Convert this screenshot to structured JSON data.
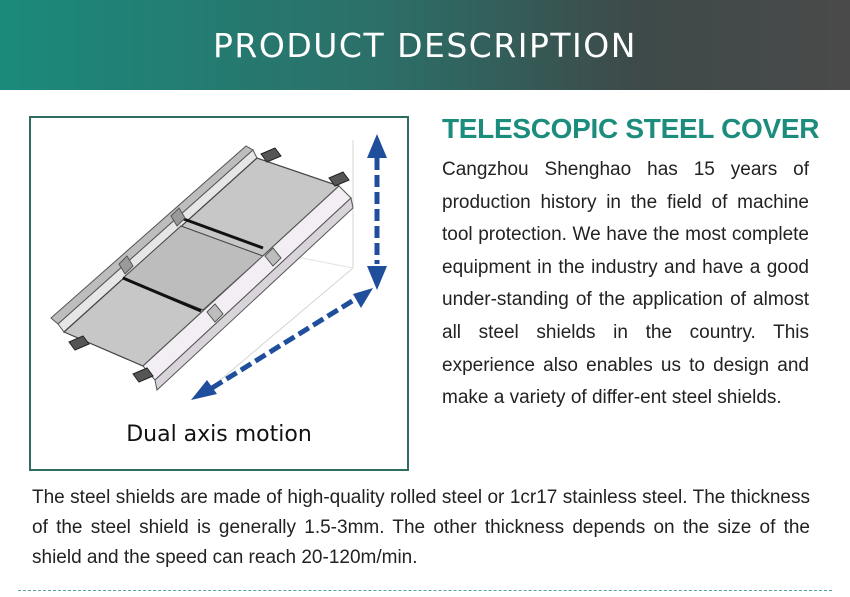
{
  "header": {
    "title": "PRODUCT DESCRIPTION"
  },
  "figure": {
    "caption": "Dual axis motion"
  },
  "section": {
    "heading": "TELESCOPIC STEEL COVER",
    "paragraph": "Cangzhou Shenghao has 15 years of production history in the field of machine tool protection. We have the most complete equipment in the industry and have a good under-standing of the application of almost all steel shields in the country. This experience also enables us to design and make a variety of differ-ent steel shields."
  },
  "details": {
    "paragraph": "The steel shields are made of high-quality rolled steel or 1cr17 stainless steel. The thickness of the steel shield is generally 1.5-3mm. The other thickness depends on the size of the shield and the speed can reach 20-120m/min."
  },
  "colors": {
    "banner_start": "#1b8a7c",
    "banner_end": "#4a4a4a",
    "heading": "#1c8c7d",
    "arrow": "#1f4e9c",
    "frame": "#2f6d63"
  }
}
